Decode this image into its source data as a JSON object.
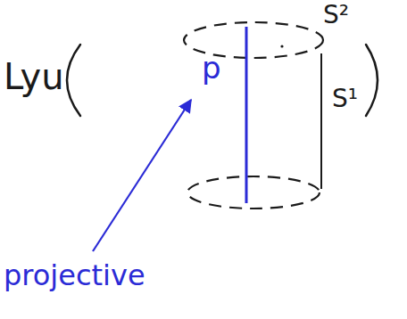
{
  "diagram": {
    "labels": [
      "Lyu",
      "S²",
      "p",
      "S¹",
      "projective"
    ]
  }
}
